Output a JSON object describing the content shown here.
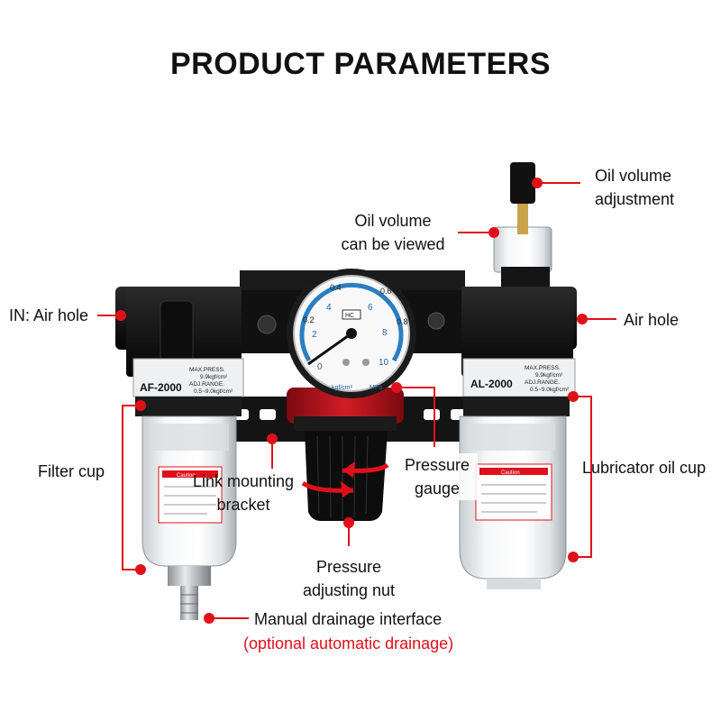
{
  "title": "PRODUCT PARAMETERS",
  "accent_color": "#e0101a",
  "labels": {
    "oil_volume_adjustment": [
      "Oil volume",
      "adjustment"
    ],
    "oil_volume_viewed": [
      "Oil volume",
      "can be viewed"
    ],
    "in_air_hole": "IN: Air hole",
    "air_hole": "Air hole",
    "filter_cup": "Filter cup",
    "link_mounting_bracket": [
      "Link mounting",
      "bracket"
    ],
    "pressure_gauge": [
      "Pressure",
      "gauge"
    ],
    "lubricator_oil_cup": "Lubricator oil cup",
    "pressure_adjusting_nut": [
      "Pressure",
      "adjusting nut"
    ],
    "manual_drainage": "Manual drainage interface",
    "optional_drainage": "(optional automatic drainage)"
  },
  "device": {
    "filter_model": "AF-2000",
    "lubricator_model": "AL-2000",
    "filter_spec": [
      "MAX.PRESS.",
      "9.9kgf/cm²",
      "ADJ.RANGE.",
      "0.5~9.0kgf/cm²"
    ],
    "lubricator_spec": [
      "MAX.PRESS.",
      "9.9kgf/cm²",
      "ADJ.RANGE.",
      "0.5~9.0kgf/cm²"
    ],
    "caution": "Caution",
    "gauge_ticks": [
      "0",
      "2",
      "4",
      "6",
      "8",
      "10"
    ],
    "gauge_outer_ticks": [
      "0.2",
      "0.4",
      "0.6",
      "0.8"
    ],
    "gauge_unit_left": "kgf/cm²",
    "gauge_unit_right": "MPa",
    "gauge_brand": "HC"
  }
}
